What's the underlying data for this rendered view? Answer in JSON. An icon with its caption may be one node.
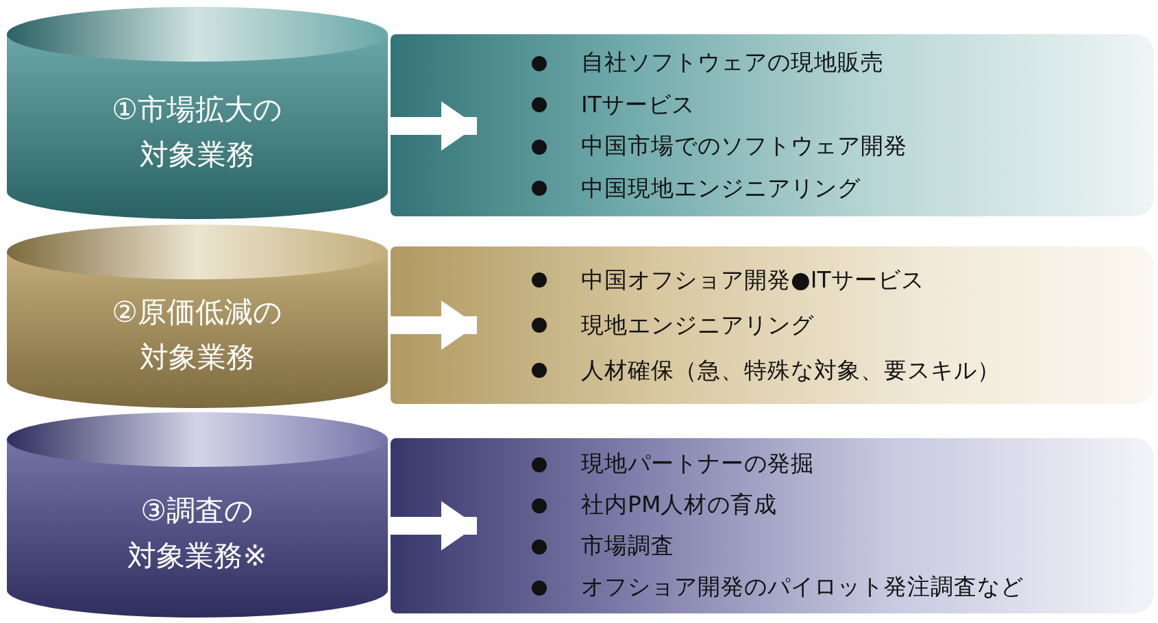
{
  "diagram": {
    "nodes": [
      {
        "text": [
          "①市場拡大の",
          "対象業務"
        ]
      },
      {
        "text": [],
        "shape": "box"
      },
      {
        "text": [
          "自社ソフトウェアの現地販売",
          "ITサービス",
          "中国市場でのソフトウェア開発",
          "中国現地エンジニアリング"
        ],
        "in": 1
      },
      {
        "text": [
          "②原価低減の",
          "対象業務"
        ]
      },
      {
        "text": [],
        "shape": "box"
      },
      {
        "text": [
          "中国オフショア開発●ITサービス",
          "現地エンジニアリング",
          "人材確保（急、特殊な対象、要スキル）"
        ],
        "in": 4
      },
      {
        "text": [
          "③調査の",
          "対象業務※"
        ]
      },
      {
        "text": [],
        "shape": "box"
      },
      {
        "text": [
          "現地パートナーの発掘",
          "社内PM人材の育成",
          "市場調査",
          "オフショア開発のパイロット発注調査など"
        ],
        "in": 7
      }
    ],
    "edges": [
      {
        "from": 0,
        "to": 2,
        "arrow": "to"
      },
      {
        "from": 3,
        "to": 5,
        "arrow": "to"
      },
      {
        "from": 6,
        "to": 8,
        "arrow": "to"
      }
    ]
  }
}
